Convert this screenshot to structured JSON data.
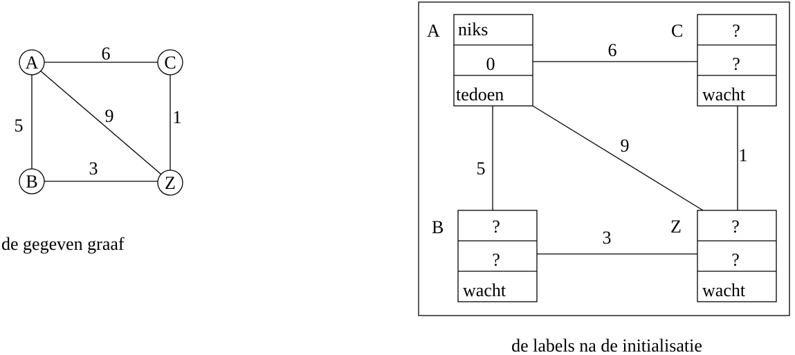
{
  "graph": {
    "caption": "de gegeven graaf",
    "nodes": {
      "A": "A",
      "B": "B",
      "C": "C",
      "Z": "Z"
    },
    "edges": {
      "AC": "6",
      "AB": "5",
      "AZ": "9",
      "CZ": "1",
      "BZ": "3"
    }
  },
  "labels": {
    "caption": "de labels na de initialisatie",
    "nodes": {
      "A": {
        "name": "A",
        "prev": "niks",
        "dist": "0",
        "status": "tedoen"
      },
      "C": {
        "name": "C",
        "prev": "?",
        "dist": "?",
        "status": "wacht"
      },
      "B": {
        "name": "B",
        "prev": "?",
        "dist": "?",
        "status": "wacht"
      },
      "Z": {
        "name": "Z",
        "prev": "?",
        "dist": "?",
        "status": "wacht"
      }
    },
    "edges": {
      "AC": "6",
      "AB": "5",
      "AZ": "9",
      "CZ": "1",
      "BZ": "3"
    }
  }
}
